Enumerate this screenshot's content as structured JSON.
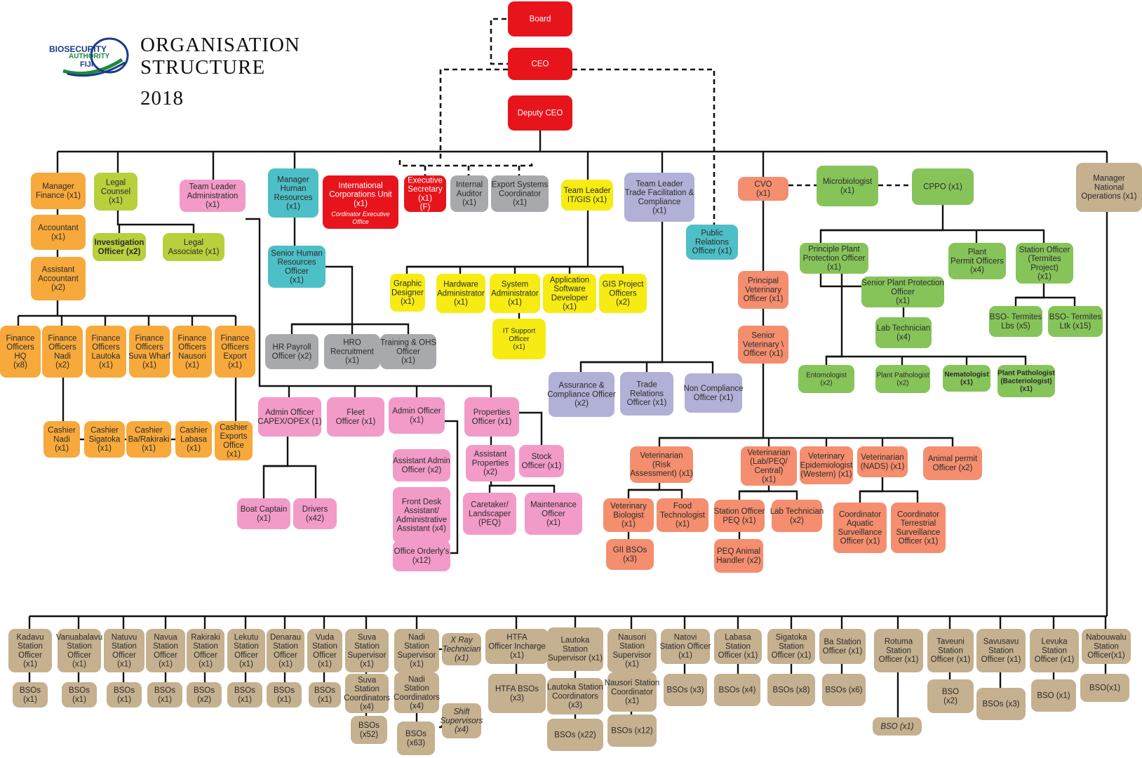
{
  "header": {
    "logo": {
      "line1": "BIOSECURITY",
      "line2": "AUTHORITY",
      "line3": "FIJI"
    },
    "title_line1": "ORGANISATION",
    "title_line2": "STRUCTURE",
    "year": "2018"
  },
  "colors": {
    "red": "#e8141c",
    "orange": "#f7a93b",
    "lime": "#b9cf3c",
    "pink": "#f29bc8",
    "teal": "#4dbfc6",
    "gray": "#a7a9ac",
    "yellow": "#f6ec14",
    "lavender": "#b1b0d6",
    "salmon": "#f48e6e",
    "green": "#86c45a",
    "tan": "#c5b08f",
    "line": "#111111"
  },
  "nodes": [
    {
      "id": "board",
      "label": "Board",
      "color": "red"
    },
    {
      "id": "ceo",
      "label": "CEO",
      "color": "red"
    },
    {
      "id": "dceo",
      "label": "Deputy CEO",
      "color": "red"
    },
    {
      "id": "mfin",
      "label": "Manager\nFinance (x1)",
      "color": "orange"
    },
    {
      "id": "acct",
      "label": "Accountant\n(x1)",
      "color": "orange"
    },
    {
      "id": "aacct",
      "label": "Assistant\nAccountant\n(x2)",
      "color": "orange"
    },
    {
      "id": "fohq",
      "label": "Finance\nOfficers\nHQ\n(x8)",
      "color": "orange"
    },
    {
      "id": "fonadi",
      "label": "Finance\nOfficers\nNadi\n(x2)",
      "color": "orange"
    },
    {
      "id": "folau",
      "label": "Finance\nOfficers\nLautoka\n(x1)",
      "color": "orange"
    },
    {
      "id": "fosuva",
      "label": "Finance\nOfficers\nSuva Wharf\n(x1)",
      "color": "orange"
    },
    {
      "id": "fonau",
      "label": "Finance\nOfficers\nNausori\n(x1)",
      "color": "orange"
    },
    {
      "id": "foexp",
      "label": "Finance\nOfficers\nExport\n(x1)",
      "color": "orange"
    },
    {
      "id": "cnadi",
      "label": "Cashier\nNadi\n(x1)",
      "color": "orange"
    },
    {
      "id": "csig",
      "label": "Cashier\nSigatoka\n(x1)",
      "color": "orange"
    },
    {
      "id": "cba",
      "label": "Cashier\nBa/Rakiraki\n(x1)",
      "color": "orange"
    },
    {
      "id": "clab",
      "label": "Cashier\nLabasa\n(x1)",
      "color": "orange"
    },
    {
      "id": "cexp",
      "label": "Cashier\nExports\nOffice\n(x1)",
      "color": "orange"
    },
    {
      "id": "legal",
      "label": "Legal\nCounsel\n(x1)",
      "color": "lime"
    },
    {
      "id": "inv",
      "label": "Investigation\nOfficer (x2)",
      "color": "lime",
      "bold": true
    },
    {
      "id": "lassoc",
      "label": "Legal\nAssociate (x1)",
      "color": "lime"
    },
    {
      "id": "tladm",
      "label": "Team Leader\nAdministration\n(x1)",
      "color": "pink"
    },
    {
      "id": "admcap",
      "label": "Admin Officer\nCAPEX/OPEX (1)",
      "color": "pink"
    },
    {
      "id": "fleet",
      "label": "Fleet\nOfficer (x1)",
      "color": "pink"
    },
    {
      "id": "admoff",
      "label": "Admin Officer\n(x1)",
      "color": "pink"
    },
    {
      "id": "prop",
      "label": "Properties\nOfficer (x1)",
      "color": "pink"
    },
    {
      "id": "aadm",
      "label": "Assistant Admin\nOfficer (x2)",
      "color": "pink"
    },
    {
      "id": "front",
      "label": "Front Desk\nAssistant/\nAdministrative\nAssistant (x4)",
      "color": "pink"
    },
    {
      "id": "orderly",
      "label": "Office Orderly's\n(x12)",
      "color": "pink"
    },
    {
      "id": "aprop",
      "label": "Assistant\nProperties\n(x2)",
      "color": "pink"
    },
    {
      "id": "stock",
      "label": "Stock\nOfficer (x1)",
      "color": "pink"
    },
    {
      "id": "caret",
      "label": "Caretaker/\nLandscaper\n(PEQ)",
      "color": "pink"
    },
    {
      "id": "maint",
      "label": "Maintenance\nOfficer\n(x1)",
      "color": "pink"
    },
    {
      "id": "boat",
      "label": "Boat Captain\n(x1)",
      "color": "pink"
    },
    {
      "id": "drivers",
      "label": "Drivers\n(x42)",
      "color": "pink"
    },
    {
      "id": "mhr",
      "label": "Manager\nHuman\nResources\n(x1)",
      "color": "teal"
    },
    {
      "id": "shr",
      "label": "Senior Human\nResources\nOfficer\n(x1)",
      "color": "teal"
    },
    {
      "id": "hrpay",
      "label": "HR Payroll\nOfficer (x2)",
      "color": "gray"
    },
    {
      "id": "hrrec",
      "label": "HRO\nRecruitment\n(x1)",
      "color": "gray"
    },
    {
      "id": "train",
      "label": "Training & OHS\nOfficer\n(x1)",
      "color": "gray"
    },
    {
      "id": "icu",
      "label": "International\nCorporations Unit\n(x1)",
      "sub": "Cordinator Executive\nOffice",
      "color": "red"
    },
    {
      "id": "esec",
      "label": "Executive\nSecretary\n(x1)\n(F)",
      "color": "red"
    },
    {
      "id": "ia",
      "label": "Internal\nAuditor\n(x1)",
      "color": "gray"
    },
    {
      "id": "exsys",
      "label": "Export Systems\nCoordinator\n(x1)",
      "color": "gray"
    },
    {
      "id": "tlit",
      "label": "Team Leader\nIT/GIS (x1)",
      "color": "yellow"
    },
    {
      "id": "graph",
      "label": "Graphic\nDesigner\n(x1)",
      "color": "yellow"
    },
    {
      "id": "hw",
      "label": "Hardware\nAdministrator\n(x1)",
      "color": "yellow"
    },
    {
      "id": "sys",
      "label": "System\nAdministrator\n(x1)",
      "color": "yellow"
    },
    {
      "id": "app",
      "label": "Application\nSoftware\nDeveloper\n(x1)",
      "color": "yellow"
    },
    {
      "id": "gis",
      "label": "GIS Project\nOfficers\n(x2)",
      "color": "yellow"
    },
    {
      "id": "itsup",
      "label": "IT Support\nOfficer\n(x1)",
      "color": "yellow",
      "small": true
    },
    {
      "id": "tltrade",
      "label": "Team Leader\nTrade Facilitation &\nCompliance\n(x1)",
      "color": "lavender"
    },
    {
      "id": "assur",
      "label": "Assurance &\nCompliance Officer\n(x2)",
      "color": "lavender"
    },
    {
      "id": "trel",
      "label": "Trade\nRelations\nOfficer (x1)",
      "color": "lavender"
    },
    {
      "id": "noncomp",
      "label": "Non Compliance\nOfficer (x1)",
      "color": "lavender"
    },
    {
      "id": "pr",
      "label": "Public\nRelations\nOfficer (x1)",
      "color": "teal"
    },
    {
      "id": "cvo",
      "label": "CVO\n(x1)",
      "color": "salmon"
    },
    {
      "id": "pvo",
      "label": "Principal\nVeterinary\nOfficer (x1)",
      "color": "salmon"
    },
    {
      "id": "svo",
      "label": "Senior\nVeterinary \\\nOfficer (x1)",
      "color": "salmon"
    },
    {
      "id": "vrisk",
      "label": "Veterinarian\n(Risk\nAssessment) (x1)",
      "color": "salmon"
    },
    {
      "id": "vlab",
      "label": "Veterinarian\n(Lab/PEQ/\nCentral)\n(x1)",
      "color": "salmon"
    },
    {
      "id": "vepi",
      "label": "Veterinary\nEpidemiologist\n(Western) (x1)",
      "color": "salmon"
    },
    {
      "id": "vnads",
      "label": "Veterinarian\n(NADS) (x1)",
      "color": "salmon"
    },
    {
      "id": "aperm",
      "label": "Animal permit\nOfficer (x2)",
      "color": "salmon"
    },
    {
      "id": "vbio",
      "label": "Veterinary\nBiologist\n(x1)",
      "color": "salmon"
    },
    {
      "id": "ftech",
      "label": "Food\nTechnologist\n(x1)",
      "color": "salmon"
    },
    {
      "id": "gii",
      "label": "GII BSOs\n(x3)",
      "color": "salmon"
    },
    {
      "id": "speq",
      "label": "Station Officer\nPEQ (x1)",
      "color": "salmon"
    },
    {
      "id": "labtech2",
      "label": "Lab Technician\n(x2)",
      "color": "salmon"
    },
    {
      "id": "peqah",
      "label": "PEQ Animal\nHandler (x2)",
      "color": "salmon"
    },
    {
      "id": "caqs",
      "label": "Coordinator\nAquatic\nSurveillance\nOfficer (x1)",
      "color": "salmon"
    },
    {
      "id": "ctsur",
      "label": "Coordinator\nTerrestrial\nSurveillance\nOfficer (x1)",
      "color": "salmon"
    },
    {
      "id": "micro",
      "label": "Microbiologist\n(x1)",
      "color": "green"
    },
    {
      "id": "cppo",
      "label": "CPPO (x1)",
      "color": "green"
    },
    {
      "id": "pppo",
      "label": "Principle Plant\nProtection Officer\n(x1)",
      "color": "green"
    },
    {
      "id": "ppermit",
      "label": "Plant\nPermit Officers\n(x4)",
      "color": "green"
    },
    {
      "id": "stoterm",
      "label": "Station Officer\n(Termites\nProject)\n(x1)",
      "color": "green"
    },
    {
      "id": "sppo",
      "label": "Senior Plant Protection\nOfficer\n(x1)",
      "color": "green"
    },
    {
      "id": "labtech4",
      "label": "Lab Technician\n(x4)",
      "color": "green"
    },
    {
      "id": "bsolbs",
      "label": "BSO- Termites\nLbs (x5)",
      "color": "green"
    },
    {
      "id": "bsoltk",
      "label": "BSO- Termites\nLtk (x15)",
      "color": "green"
    },
    {
      "id": "ento",
      "label": "Entomologist\n(x2)",
      "color": "green",
      "small": true
    },
    {
      "id": "ppath",
      "label": "Plant Pathologist\n(x2)",
      "color": "green",
      "small": true
    },
    {
      "id": "nema",
      "label": "Nematologist\n(x1)",
      "color": "green",
      "small": true,
      "bold": true
    },
    {
      "id": "ppathb",
      "label": "Plant Pathologist\n(Bacteriologist)\n(x1)",
      "color": "green",
      "small": true,
      "bold": true
    },
    {
      "id": "mno",
      "label": "Manager\nNational\nOperations (x1)",
      "color": "tan"
    },
    {
      "id": "s_kad",
      "label": "Kadavu\nStation\nOfficer\n(x1)",
      "color": "tan"
    },
    {
      "id": "b_kad",
      "label": "BSOs\n(x1)",
      "color": "tan"
    },
    {
      "id": "s_van",
      "label": "Vanuabalavu\nStation\nOfficer\n(x1)",
      "color": "tan"
    },
    {
      "id": "b_van",
      "label": "BSOs\n(x1)",
      "color": "tan"
    },
    {
      "id": "s_nat",
      "label": "Natuvu\nStation\nOfficer\n(x1)",
      "color": "tan"
    },
    {
      "id": "b_nat",
      "label": "BSOs\n(x1)",
      "color": "tan"
    },
    {
      "id": "s_nav",
      "label": "Navua\nStation\nOfficer\n(x1)",
      "color": "tan"
    },
    {
      "id": "b_nav",
      "label": "BSOs\n(x1)",
      "color": "tan"
    },
    {
      "id": "s_rak",
      "label": "Rakiraki\nStation\nOfficer\n(x1)",
      "color": "tan"
    },
    {
      "id": "b_rak",
      "label": "BSOs\n(x2)",
      "color": "tan"
    },
    {
      "id": "s_lek",
      "label": "Lekutu\nStation\nOfficer\n(x1)",
      "color": "tan"
    },
    {
      "id": "b_lek",
      "label": "BSOs\n(x1)",
      "color": "tan"
    },
    {
      "id": "s_den",
      "label": "Denarau\nStation\nOfficer\n(x1)",
      "color": "tan"
    },
    {
      "id": "b_den",
      "label": "BSOs\n(x1)",
      "color": "tan"
    },
    {
      "id": "s_vud",
      "label": "Vuda\nStation\nOfficer\n(x1)",
      "color": "tan"
    },
    {
      "id": "b_vud",
      "label": "BSOs\n(x1)",
      "color": "tan"
    },
    {
      "id": "s_suva",
      "label": "Suva\nStation\nSupervisor\n(x1)",
      "color": "tan"
    },
    {
      "id": "c_suva",
      "label": "Suva\nStation\nCoordinators\n(x4)",
      "color": "tan"
    },
    {
      "id": "b_suva",
      "label": "BSOs\n(x52)",
      "color": "tan"
    },
    {
      "id": "s_nadi",
      "label": "Nadi\nStation\nSupervisor\n(x1)",
      "color": "tan"
    },
    {
      "id": "xray",
      "label": "X Ray\nTechnician\n(x1)",
      "color": "tan",
      "italic": true
    },
    {
      "id": "c_nadi",
      "label": "Nadi\nStation\nCoordinators\n(x4)",
      "color": "tan"
    },
    {
      "id": "shift",
      "label": "Shift\nSupervisors\n(x4)",
      "color": "tan",
      "italic": true
    },
    {
      "id": "b_nadi",
      "label": "BSOs\n(x63)",
      "color": "tan"
    },
    {
      "id": "s_htfa",
      "label": "HTFA\nOfficer Incharge\n(x1)",
      "color": "tan"
    },
    {
      "id": "b_htfa",
      "label": "HTFA BSOs\n(x3)",
      "color": "tan"
    },
    {
      "id": "s_lau",
      "label": "Lautoka\nStation\nSupervisor (x1)",
      "color": "tan"
    },
    {
      "id": "c_lau",
      "label": "Lautoka Station\nCoordinators\n(x3)",
      "color": "tan"
    },
    {
      "id": "b_lau",
      "label": "BSOs (x22)",
      "color": "tan"
    },
    {
      "id": "s_nau",
      "label": "Nausori\nStation\nSupervisor\n(x1)",
      "color": "tan"
    },
    {
      "id": "c_nau",
      "label": "Nausori Station\nCoordinator\n(x1)",
      "color": "tan"
    },
    {
      "id": "b_nau",
      "label": "BSOs (x12)",
      "color": "tan"
    },
    {
      "id": "s_nto",
      "label": "Natovi\nStation Officer\n(x1)",
      "color": "tan"
    },
    {
      "id": "b_nto",
      "label": "BSOs (x3)",
      "color": "tan"
    },
    {
      "id": "s_lab",
      "label": "Labasa\nStation\nOfficer (x1)",
      "color": "tan"
    },
    {
      "id": "b_lab",
      "label": "BSOs (x4)",
      "color": "tan"
    },
    {
      "id": "s_sig",
      "label": "Sigatoka\nStation\nOfficer (x1)",
      "color": "tan"
    },
    {
      "id": "b_sig",
      "label": "BSOs (x8)",
      "color": "tan"
    },
    {
      "id": "s_ba",
      "label": "Ba Station\nOfficer (x1)",
      "color": "tan"
    },
    {
      "id": "b_ba",
      "label": "BSOs (x6)",
      "color": "tan"
    },
    {
      "id": "s_rot",
      "label": "Rotuma\nStation\nOfficer (x1)",
      "color": "tan"
    },
    {
      "id": "b_rot",
      "label": "BSO (x1)",
      "color": "tan",
      "italic": true
    },
    {
      "id": "s_tav",
      "label": "Taveuni\nStation\nOfficer (x1)",
      "color": "tan"
    },
    {
      "id": "b_tav",
      "label": "BSO\n(x2)",
      "color": "tan"
    },
    {
      "id": "s_sav",
      "label": "Savusavu\nStation\nOfficer (x1)",
      "color": "tan"
    },
    {
      "id": "b_sav",
      "label": "BSOs (x3)",
      "color": "tan"
    },
    {
      "id": "s_lev",
      "label": "Levuka\nStation\nOfficer (x1)",
      "color": "tan"
    },
    {
      "id": "b_lev",
      "label": "BSO (x1)",
      "color": "tan"
    },
    {
      "id": "s_nab",
      "label": "Nabouwalu\nStation\nOfficer(x1)",
      "color": "tan"
    },
    {
      "id": "b_nab",
      "label": "BSO(x1)",
      "color": "tan"
    }
  ]
}
